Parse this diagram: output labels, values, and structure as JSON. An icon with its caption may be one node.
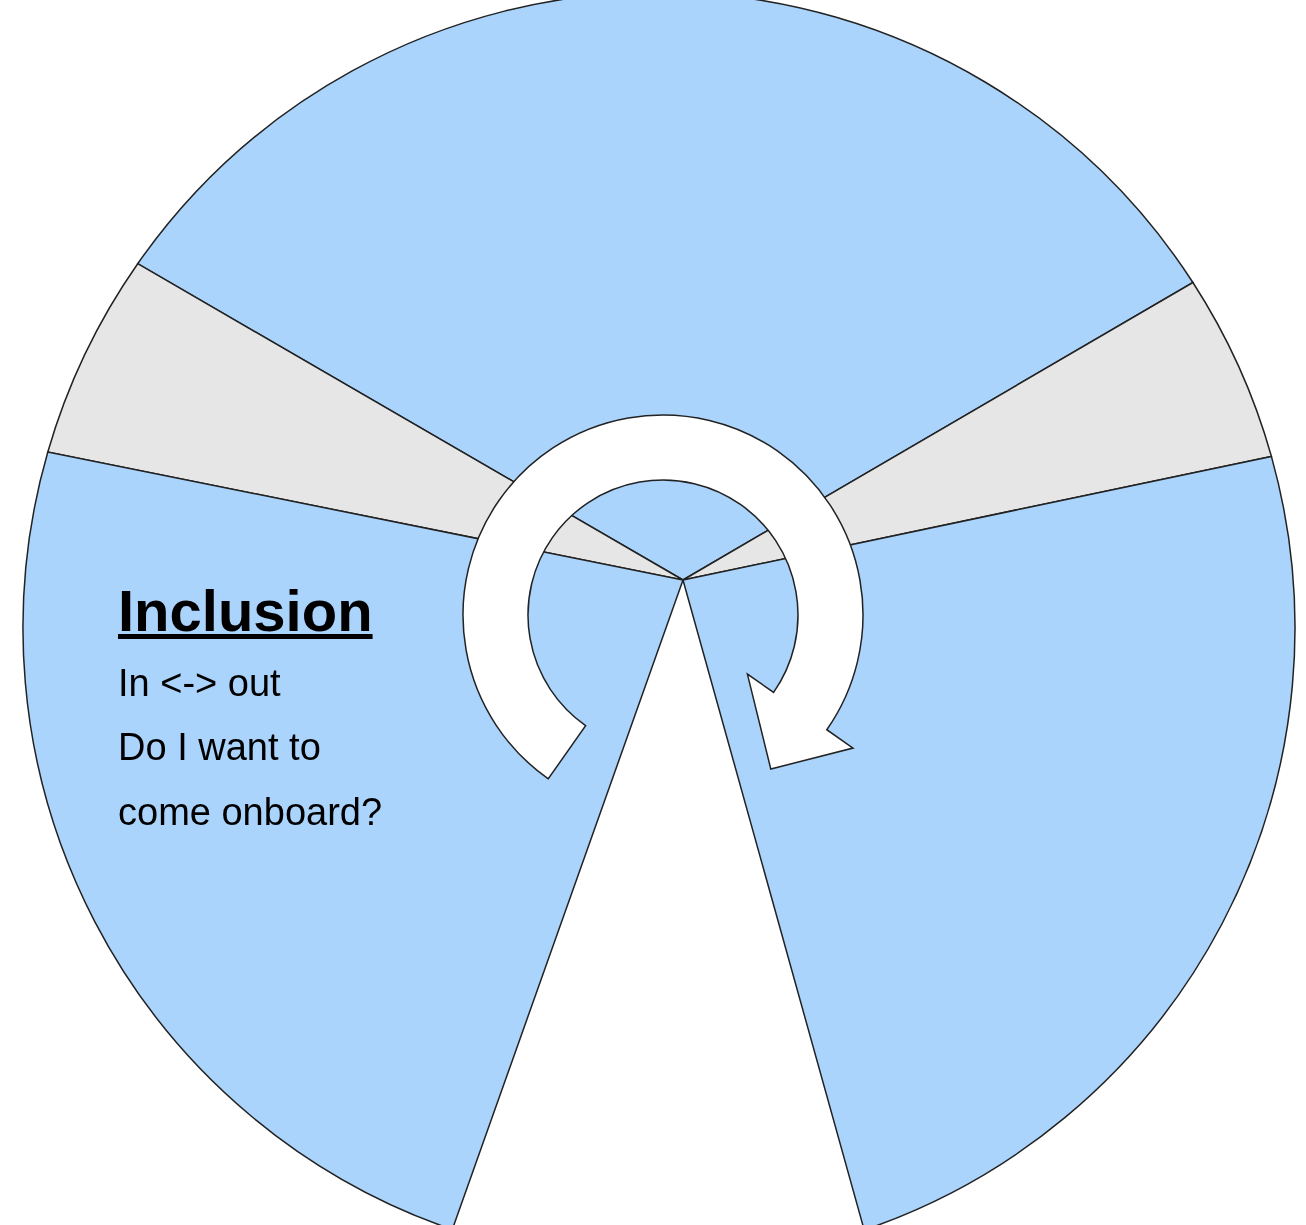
{
  "diagram": {
    "nodes": [
      {
        "text": [],
        "shape": "sector"
      },
      {
        "text": [],
        "shape": "sector"
      },
      {
        "text": [],
        "shape": "sector"
      },
      {
        "text": [
          "Inclusion",
          "In <-> out",
          "Do I want to come onboard?"
        ]
      },
      {
        "text": [],
        "shape": "sector"
      }
    ]
  }
}
